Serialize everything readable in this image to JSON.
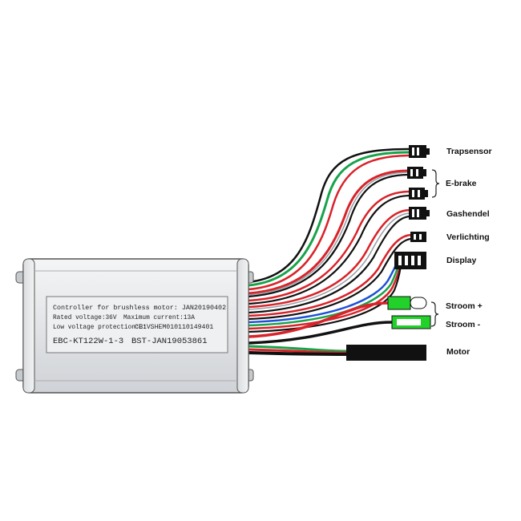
{
  "controller": {
    "line1": "Controller for brushless motor: JAN20190402",
    "line2_left": "Rated voltage:36V",
    "line2_right": "Maximum current:13A",
    "line3": "Low voltage protection:31V",
    "line3_ce": "CE: SHEM010110149401",
    "line4_left": "EBC-KT122W-1-3",
    "line4_right": "BST-JAN19053861"
  },
  "connectors": {
    "trapsensor": "Trapsensor",
    "ebrake": "E-brake",
    "gashendel": "Gashendel",
    "verlichting": "Verlichting",
    "display": "Display",
    "stroom_plus": "Stroom +",
    "stroom_min": "Stroom -",
    "motor": "Motor"
  },
  "colors": {
    "wire_red": "#d8232a",
    "wire_green": "#17a34a",
    "wire_black": "#111111",
    "wire_blue": "#1d4fd8",
    "wire_grey": "#9aa0a6",
    "connector_green": "#22d12a",
    "housing": "#e3e5e8"
  }
}
